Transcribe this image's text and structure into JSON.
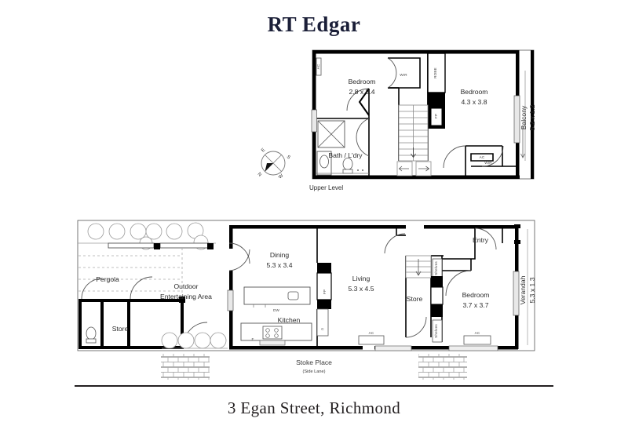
{
  "brand": {
    "title": "RT Edgar"
  },
  "address": {
    "text": "3 Egan Street, Richmond"
  },
  "levels": {
    "upper_label": "Upper Level"
  },
  "compass": {
    "n": "N",
    "e": "E",
    "s": "S",
    "w": "W"
  },
  "street": {
    "name": "Stoke Place",
    "subtitle": "(Side Lane)"
  },
  "upper_level": {
    "rooms": [
      {
        "name": "bedroom-front",
        "label": "Bedroom",
        "dims": "2.8 x 3.4"
      },
      {
        "name": "bedroom-rear",
        "label": "Bedroom",
        "dims": "4.3 x 3.8"
      },
      {
        "name": "bath-laundry",
        "label": "Bath / L'dry",
        "dims": ""
      },
      {
        "name": "balcony",
        "label": "Balcony",
        "dims": "5.2 x 1.2"
      }
    ],
    "annotations": [
      {
        "name": "wir-upper-left",
        "text": "WIR"
      },
      {
        "name": "wir-upper-right",
        "text": "WIR"
      },
      {
        "name": "robe-upper",
        "text": "ROBE"
      },
      {
        "name": "fireplace-upper",
        "text": "FP"
      },
      {
        "name": "ac-bedroom-front",
        "text": "AC"
      },
      {
        "name": "ac-bedroom-rear",
        "text": "AC"
      }
    ]
  },
  "ground_level": {
    "rooms": [
      {
        "name": "dining",
        "label": "Dining",
        "dims": "5.3 x 3.4"
      },
      {
        "name": "living",
        "label": "Living",
        "dims": "5.3 x 4.5"
      },
      {
        "name": "bedroom-ground",
        "label": "Bedroom",
        "dims": "3.7 x 3.7"
      },
      {
        "name": "verandah",
        "label": "Verandah",
        "dims": "5.3 x 1.3"
      },
      {
        "name": "outdoor-entertaining",
        "label_line1": "Outdoor",
        "label_line2": "Entertaining Area"
      },
      {
        "name": "pergola",
        "label": "Pergola"
      },
      {
        "name": "store-outdoor",
        "label": "Store"
      },
      {
        "name": "store-indoor",
        "label": "Store"
      },
      {
        "name": "kitchen",
        "label": "Kitchen"
      },
      {
        "name": "entry",
        "label": "Entry"
      }
    ],
    "annotations": [
      {
        "name": "dishwasher",
        "text": "DW"
      },
      {
        "name": "fridge",
        "text": "F"
      },
      {
        "name": "cupboard",
        "text": "C"
      },
      {
        "name": "fireplace-ground",
        "text": "FP"
      },
      {
        "name": "shelves-upper",
        "text": "Shelves"
      },
      {
        "name": "shelves-lower",
        "text": "Shelves"
      },
      {
        "name": "ac-living",
        "text": "AC"
      },
      {
        "name": "ac-bedroom",
        "text": "AC"
      }
    ]
  },
  "colors": {
    "brand_navy": "#1b1f38",
    "wall": "#000000",
    "line": "#3a3a3a",
    "text": "#2b2b2b",
    "paper": "#ffffff"
  }
}
